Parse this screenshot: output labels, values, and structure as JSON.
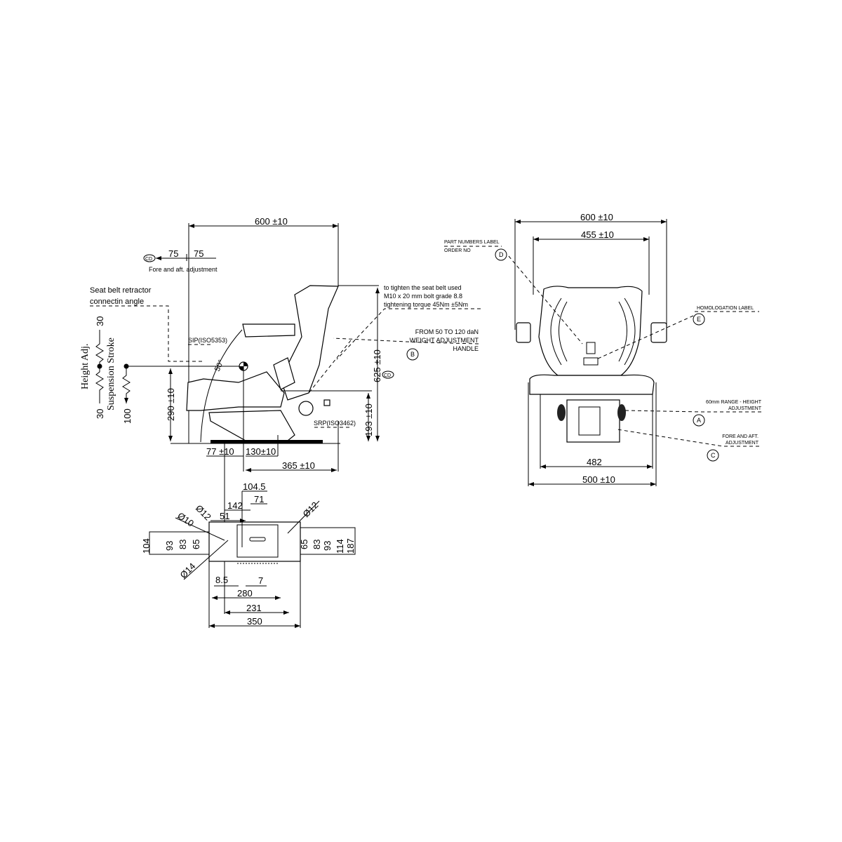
{
  "side_view": {
    "width_dim": "600 ±10",
    "fore_aft": {
      "symbol": "CD",
      "left": "75",
      "right": "75",
      "label": "Fore and aft. adjustment"
    },
    "seat_belt_label": [
      "Seat belt retractor",
      "connectin angle"
    ],
    "height_adj_label": "Height Adj.",
    "suspension_label": "Suspension Stroke",
    "height_adj_up": "30",
    "height_adj_down": "30",
    "suspension_value": "100",
    "angle": "50°",
    "sip": "SIP(ISO5353)",
    "srp": "SRP(ISO3462)",
    "h290": "290 ±10",
    "h625": "625 ±10",
    "h193": "193 ±10",
    "cd_symbol": "CD",
    "d77": "77 ±10",
    "d130": "130±10",
    "d365": "365 ±10",
    "belt_note": [
      "to tighten the seat belt used",
      "M10 x 20 mm bolt grade 8.8",
      "tightening torque 45Nm ±5Nm"
    ],
    "weight_note": [
      "FROM 50 TO 120 daN",
      "WEIGHT ADJUSTMENT",
      "HANDLE"
    ],
    "callout_b": "B"
  },
  "front_view": {
    "width_600": "600 ±10",
    "width_455": "455 ±10",
    "width_482": "482",
    "width_500": "500 ±10",
    "part_numbers": [
      "PART NUMBERS LABEL",
      "ORDER NO"
    ],
    "callout_d": "D",
    "homologation": "HOMOLOGATION LABEL",
    "callout_e": "E",
    "height_range": [
      "60mm RANGE - HEIGHT",
      "ADJUSTMENT"
    ],
    "callout_a": "A",
    "fore_aft": [
      "FORE AND AFT.",
      "ADJUSTMENT"
    ],
    "callout_c": "C"
  },
  "base_plate": {
    "d104_5": "104.5",
    "d71": "71",
    "d142": "142",
    "d51": "51",
    "dia12_left": "Ø12",
    "dia10": "Ø10",
    "dia14": "Ø14",
    "dia12_right": "Ø12",
    "left": [
      "104",
      "93",
      "83",
      "65"
    ],
    "right": [
      "65",
      "83",
      "93",
      "114",
      "187"
    ],
    "d8_5": "8.5",
    "d7": "7",
    "d280": "280",
    "d231": "231",
    "d350": "350"
  }
}
